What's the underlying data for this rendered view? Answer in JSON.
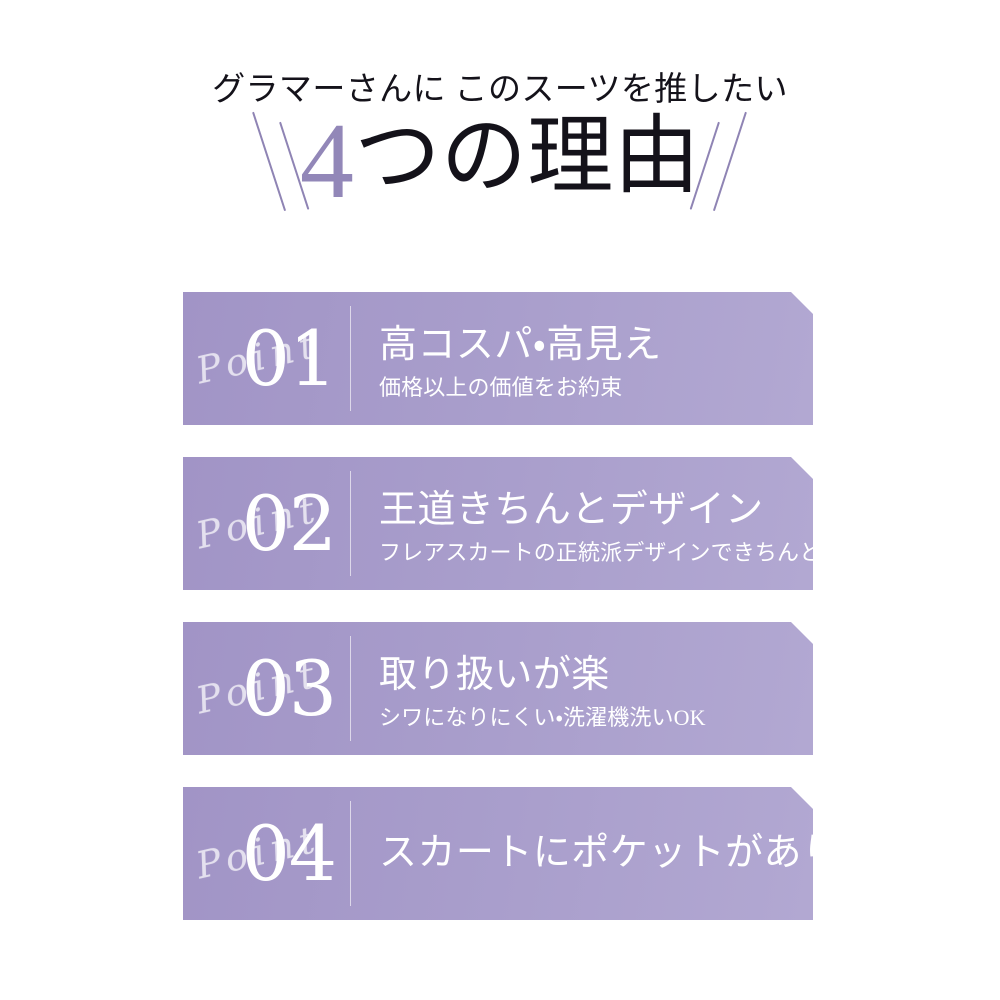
{
  "header": {
    "lead": "グラマーさんに このスーツを推したい",
    "headline_number": "4",
    "headline_rest": "つの理由",
    "accent_color": "#9287b8",
    "text_color": "#14121a",
    "slash_color": "#8f84b4"
  },
  "cards": {
    "badge_script_label": "Point",
    "card_color_start": "#a194c6",
    "card_color_end": "#b2a8d2",
    "text_color": "#ffffff",
    "items": [
      {
        "number": "01",
        "point_label": "Point",
        "title": "高コスパ・高見え",
        "subtitle": "価格以上の価値をお約束"
      },
      {
        "number": "02",
        "point_label": "Point",
        "title": "王道きちんとデザイン",
        "subtitle": "フレアスカートの正統派デザインできちんと"
      },
      {
        "number": "03",
        "point_label": "Point",
        "title": "取り扱いが楽",
        "subtitle": "シワになりにくい・洗濯機洗いOK"
      },
      {
        "number": "04",
        "point_label": "Point",
        "title": "スカートにポケットがあり便利",
        "subtitle": ""
      }
    ]
  }
}
